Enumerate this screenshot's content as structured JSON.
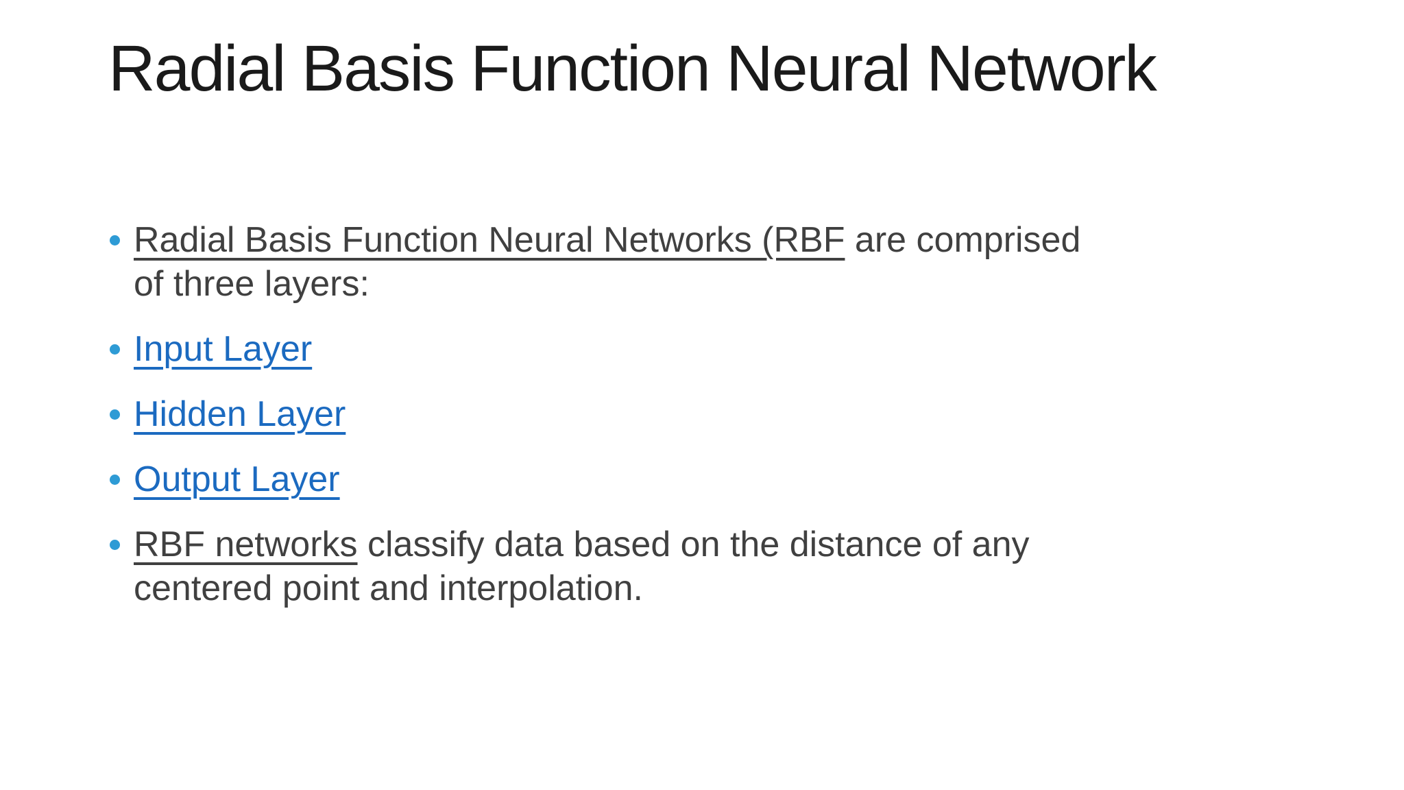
{
  "slide": {
    "title": "Radial Basis Function Neural Network",
    "background_color": "#FFFFFF",
    "title_color": "#1A1A1A",
    "body_text_color": "#404040",
    "link_color": "#1B6AC0",
    "bullet_color": "#2E9BD5",
    "bullet_glyph": "•"
  },
  "bullets": [
    {
      "lines": [
        [
          {
            "text": "Radial Basis Function Neural Networks (RBF",
            "style": "underline"
          },
          {
            "text": " are comprised",
            "style": "plain"
          }
        ],
        [
          {
            "text": "of three layers:",
            "style": "plain"
          }
        ]
      ]
    },
    {
      "lines": [
        [
          {
            "text": "Input Layer",
            "style": "link"
          }
        ]
      ]
    },
    {
      "lines": [
        [
          {
            "text": "Hidden Layer",
            "style": "link"
          }
        ]
      ]
    },
    {
      "lines": [
        [
          {
            "text": "Output Layer",
            "style": "link"
          }
        ]
      ]
    },
    {
      "lines": [
        [
          {
            "text": "RBF networks",
            "style": "underline"
          },
          {
            "text": " classify data based on the distance of any",
            "style": "plain"
          }
        ],
        [
          {
            "text": "centered point and interpolation.",
            "style": "plain"
          }
        ]
      ]
    }
  ]
}
